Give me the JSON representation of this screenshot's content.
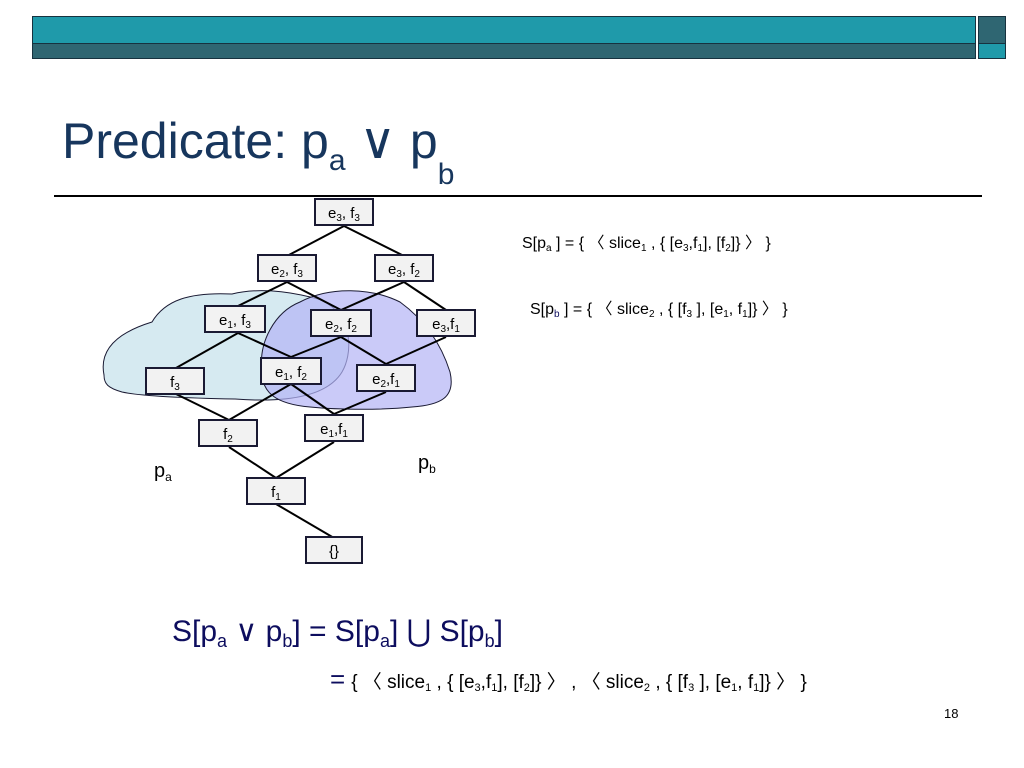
{
  "title": {
    "text": "Predicate:  p",
    "sub_a": "a",
    "op": " ∨ p",
    "sub_b": "b"
  },
  "nodes": {
    "n1": {
      "base": "e",
      "s1": "3",
      "mid": ", f",
      "s2": "3"
    },
    "n2": {
      "base": "e",
      "s1": "2",
      "mid": ", f",
      "s2": "3"
    },
    "n3": {
      "base": "e",
      "s1": "3",
      "mid": ", f",
      "s2": "2"
    },
    "n4": {
      "base": "e",
      "s1": "1",
      "mid": ", f",
      "s2": "3"
    },
    "n5": {
      "base": "e",
      "s1": "2",
      "mid": ", f",
      "s2": "2"
    },
    "n6": {
      "base": "e",
      "s1": "3",
      "mid": ",f",
      "s2": "1"
    },
    "n7": {
      "base": "f",
      "s1": "3"
    },
    "n8": {
      "base": "e",
      "s1": "1",
      "mid": ", f",
      "s2": "2"
    },
    "n9": {
      "base": "e",
      "s1": "2",
      "mid": ",f",
      "s2": "1"
    },
    "n10": {
      "base": "f",
      "s1": "2"
    },
    "n11": {
      "base": "e",
      "s1": "1",
      "mid": ",f",
      "s2": "1"
    },
    "n12": {
      "base": "f",
      "s1": "1"
    },
    "n13": {
      "text": "{}"
    }
  },
  "labels": {
    "pa": {
      "base": "p",
      "sub": "a"
    },
    "pb": {
      "base": "p",
      "sub": "b"
    }
  },
  "eq_pa": {
    "t1": "S[p",
    "s1": "a",
    "t2": " ] = { 〈  slice",
    "s2": "1",
    "t3": " , { [e",
    "s3": "3",
    "t4": ",f",
    "s4": "1",
    "t5": "], [f",
    "s5": "2",
    "t6": "]} 〉 }"
  },
  "eq_pb": {
    "t1": "S[p",
    "s1": "b",
    "t2": " ] = { 〈 slice",
    "s2": "2",
    "t3": " , { [f",
    "s3": "3",
    "t4": " ], [e",
    "s4": "1",
    "t5": ", f",
    "s5": "1",
    "t6": "]} 〉 }"
  },
  "big_eq": {
    "t1": "S[p",
    "s1": "a",
    "t2": " ∨ p",
    "s2": "b",
    "t3": "] = S[p",
    "s3": "a",
    "t4": "] ⋃ S[p",
    "s4": "b",
    "t5": "]"
  },
  "eq2": {
    "eqsign": "=",
    "t1": "{ 〈  slice",
    "s1": "1",
    "t2": " , { [e",
    "s2": "3",
    "t3": ",f",
    "s3": "1",
    "t4": "], [f",
    "s4": "2",
    "t5": "]} 〉 , 〈 slice",
    "s5": "2",
    "t6": " , { [f",
    "s6": "3",
    "t7": " ], [e",
    "s7": "1",
    "t8": ", f",
    "s8": "1",
    "t9": "]} 〉 }"
  },
  "page_number": "18",
  "colors": {
    "region_pa": "#cfe6ee",
    "region_pb": "#b3b3f5",
    "title": "#17365d",
    "accent_bar": "#1f9aaa",
    "dark_bar": "#2f6672"
  }
}
